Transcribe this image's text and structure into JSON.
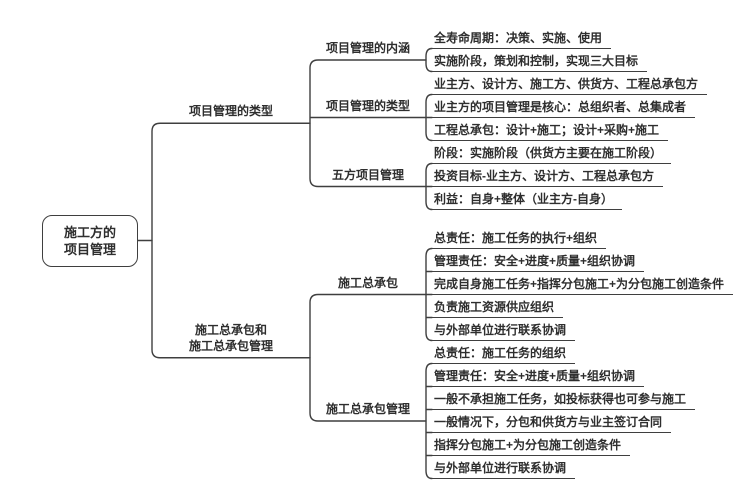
{
  "colors": {
    "background": "#ffffff",
    "line": "#3f3f3f",
    "text": "#2e2e2e"
  },
  "mindmap": {
    "root": {
      "label": "施工方的\n项目管理"
    },
    "branches": [
      {
        "label": "项目管理的类型",
        "topics": [
          {
            "label": "项目管理的内涵",
            "leaves": [
              "全寿命周期：决策、实施、使用",
              "实施阶段，策划和控制，实现三大目标"
            ]
          },
          {
            "label": "项目管理的类型",
            "leaves": [
              "业主方、设计方、施工方、供货方、工程总承包方",
              "业主方的项目管理是核心：总组织者、总集成者",
              "工程总承包：设计+施工；设计+采购+施工"
            ]
          },
          {
            "label": "五方项目管理",
            "leaves": [
              "阶段：实施阶段（供货方主要在施工阶段）",
              "投资目标-业主方、设计方、工程总承包方",
              "利益：自身+整体（业主方-自身）"
            ]
          }
        ]
      },
      {
        "label": "施工总承包和\n施工总承包管理",
        "topics": [
          {
            "label": "施工总承包",
            "leaves": [
              "总责任：施工任务的执行+组织",
              "管理责任：安全+进度+质量+组织协调",
              "完成自身施工任务+指挥分包施工+为分包施工创造条件",
              "负责施工资源供应组织",
              "与外部单位进行联系协调"
            ]
          },
          {
            "label": "施工总承包管理",
            "leaves": [
              "总责任：施工任务的组织",
              "管理责任：安全+进度+质量+组织协调",
              "一般不承担施工任务，如投标获得也可参与施工",
              "一般情况下，分包和供货方与业主签订合同",
              "指挥分包施工+为分包施工创造条件",
              "与外部单位进行联系协调"
            ]
          }
        ]
      }
    ]
  }
}
